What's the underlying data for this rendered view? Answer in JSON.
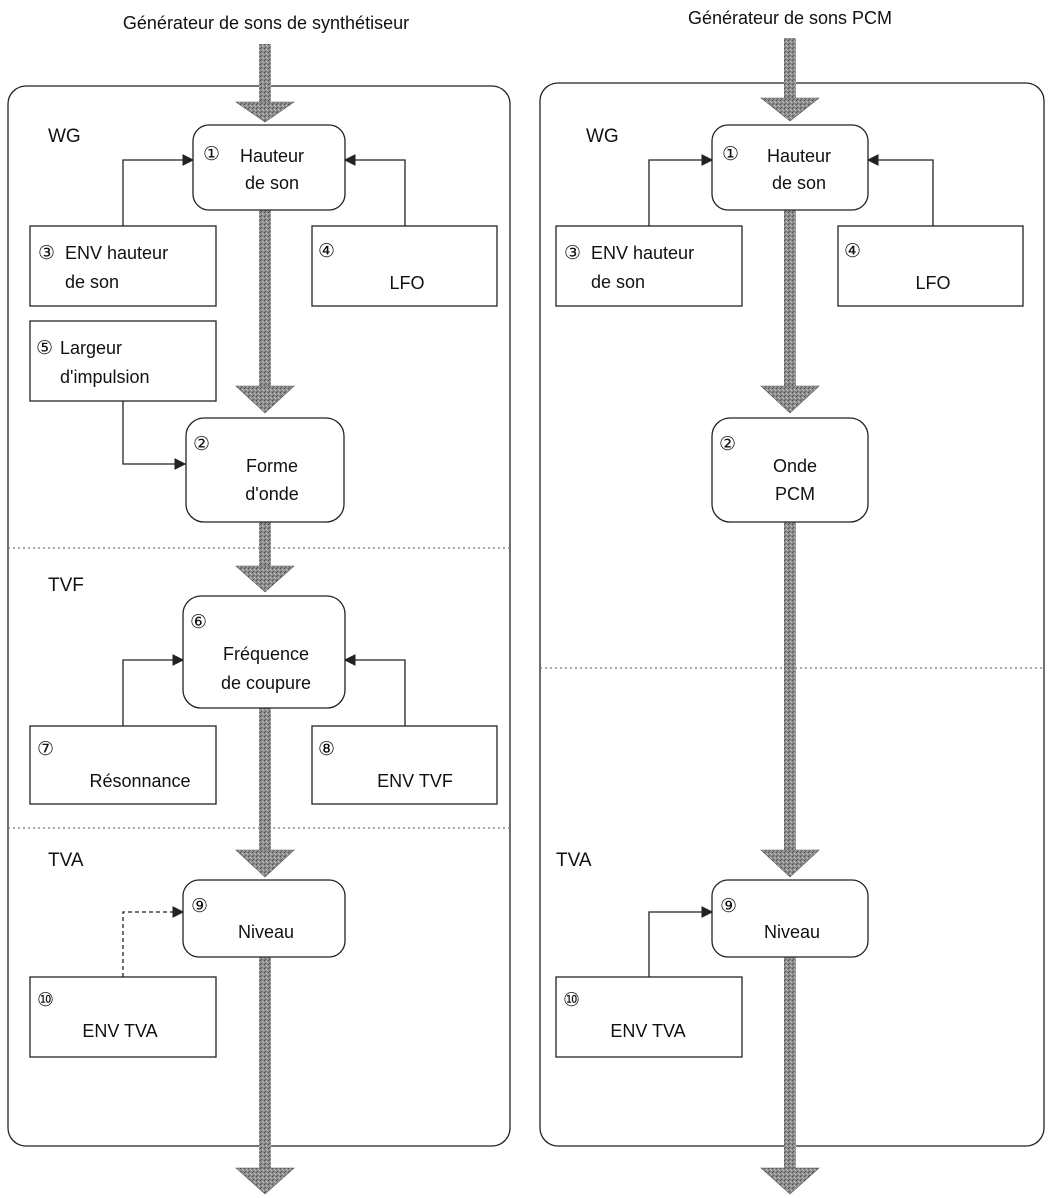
{
  "panels": [
    {
      "title": "Générateur de sons de synthétiseur",
      "sections": [
        "WG",
        "TVF",
        "TVA"
      ],
      "blocks": {
        "pitch": {
          "num": "①",
          "lines": [
            "Hauteur",
            "de son"
          ]
        },
        "pitch_env": {
          "num": "③",
          "lines": [
            "ENV hauteur",
            "de son"
          ]
        },
        "lfo": {
          "num": "④",
          "lines": [
            "LFO"
          ]
        },
        "pulse": {
          "num": "⑤",
          "lines": [
            "Largeur",
            "d'impulsion"
          ]
        },
        "waveform": {
          "num": "②",
          "lines": [
            "Forme",
            "d'onde"
          ]
        },
        "cutoff": {
          "num": "⑥",
          "lines": [
            "Fréquence",
            "de coupure"
          ]
        },
        "resonance": {
          "num": "⑦",
          "lines": [
            "Résonnance"
          ]
        },
        "tvf_env": {
          "num": "⑧",
          "lines": [
            "ENV TVF"
          ]
        },
        "level": {
          "num": "⑨",
          "lines": [
            "Niveau"
          ]
        },
        "tva_env": {
          "num": "⑩",
          "lines": [
            "ENV TVA"
          ]
        }
      }
    },
    {
      "title": "Générateur de sons PCM",
      "sections": [
        "WG",
        "TVA"
      ],
      "blocks": {
        "pitch": {
          "num": "①",
          "lines": [
            "Hauteur",
            "de son"
          ]
        },
        "pitch_env": {
          "num": "③",
          "lines": [
            "ENV hauteur",
            "de son"
          ]
        },
        "lfo": {
          "num": "④",
          "lines": [
            "LFO"
          ]
        },
        "wave": {
          "num": "②",
          "lines": [
            "Onde",
            "PCM"
          ]
        },
        "level": {
          "num": "⑨",
          "lines": [
            "Niveau"
          ]
        },
        "tva_env": {
          "num": "⑩",
          "lines": [
            "ENV TVA"
          ]
        }
      }
    }
  ],
  "colors": {
    "line": "#222222",
    "signal_bar": "#8a8a8a",
    "signal_bar_dark": "#5e5e5e",
    "divider": "#777777"
  }
}
